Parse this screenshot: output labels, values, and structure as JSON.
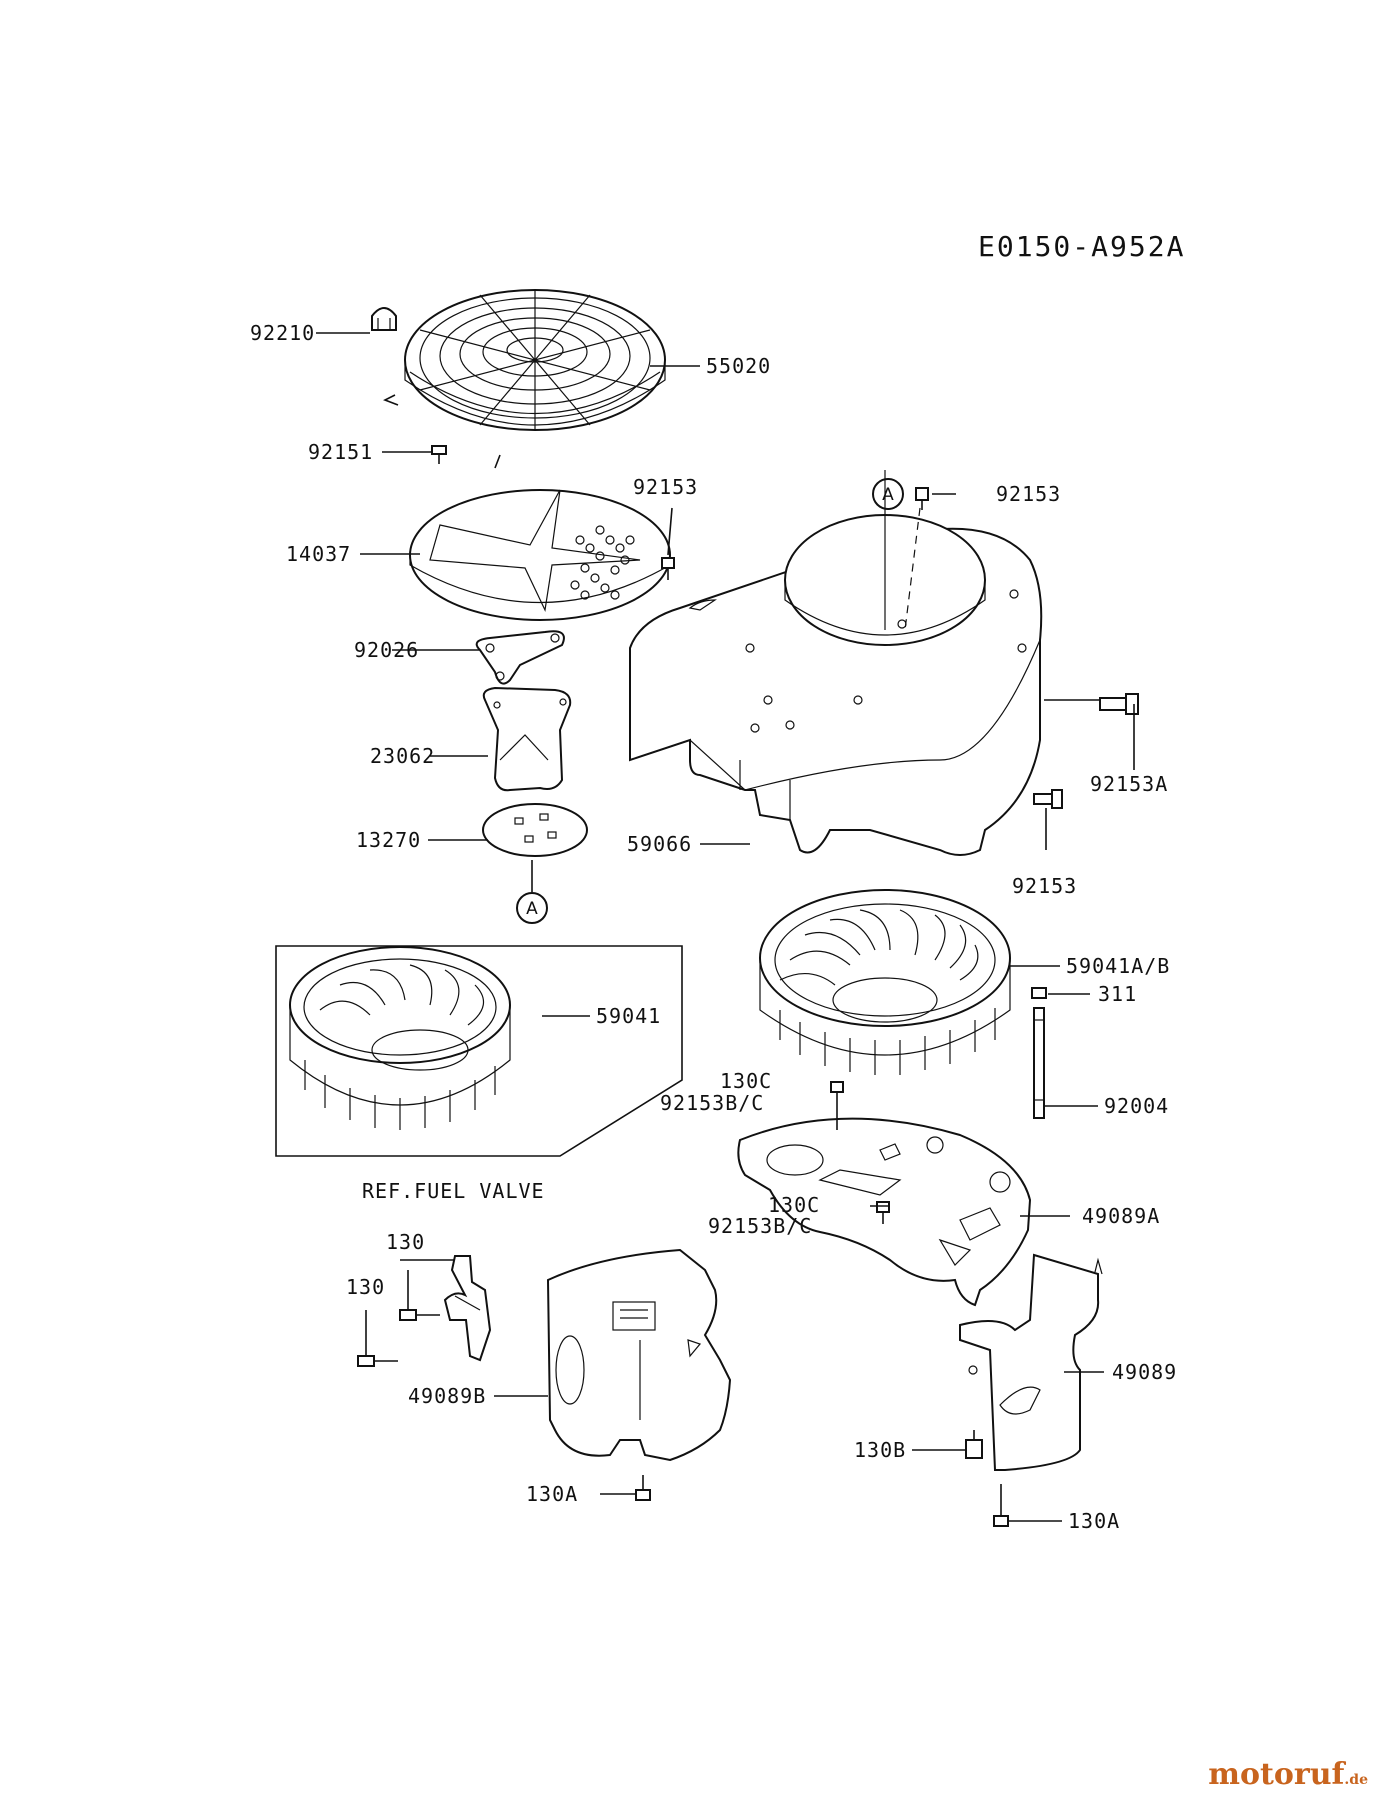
{
  "diagram_code": "E0150-A952A",
  "ref_note": "REF.FUEL VALVE",
  "marker": "A",
  "watermark": {
    "name": "motoruf",
    "suffix": ".de",
    "color": "#c8641e"
  },
  "labels": {
    "p92210": "92210",
    "p55020": "55020",
    "p92151": "92151",
    "p92153_top": "92153",
    "p92153_right": "92153",
    "p14037": "14037",
    "p92026": "92026",
    "p23062": "23062",
    "p13270": "13270",
    "p59066": "59066",
    "p92153A": "92153A",
    "p92153_low": "92153",
    "p59041AB": "59041A/B",
    "p311": "311",
    "p59041": "59041",
    "p130C_1": "130C",
    "p92153BC_1": "92153B/C",
    "p92004": "92004",
    "p130C_2": "130C",
    "p92153BC_2": "92153B/C",
    "p49089A": "49089A",
    "p130_1": "130",
    "p130_2": "130",
    "p49089B": "49089B",
    "p49089": "49089",
    "p130B": "130B",
    "p130A_1": "130A",
    "p130A_2": "130A"
  }
}
